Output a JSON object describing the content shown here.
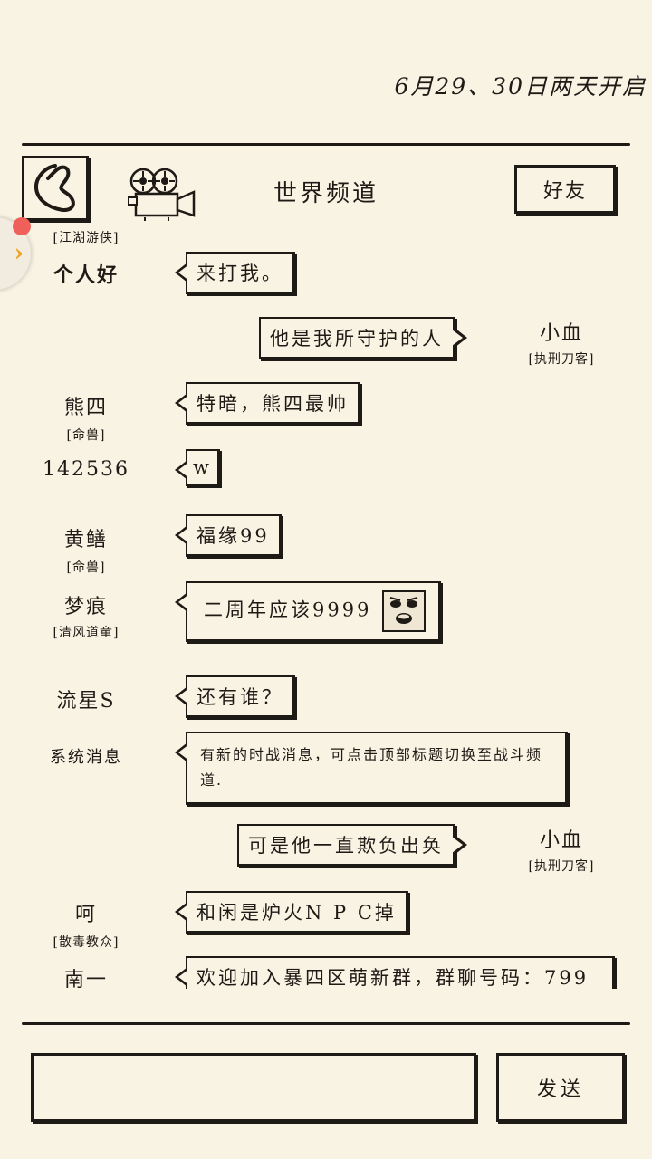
{
  "header": {
    "ticker": "6月29、30日两天开启",
    "channel_title": "世界频道",
    "friends_label": "好友",
    "back_icon": "back-arrow-icon",
    "camera_icon": "film-camera-icon"
  },
  "messages": [
    {
      "side": "left",
      "name": "个人好",
      "title": "[江湖游侠]",
      "text": "来打我。"
    },
    {
      "side": "right",
      "name": "小血",
      "title": "[执刑刀客]",
      "text": "他是我所守护的人"
    },
    {
      "side": "left",
      "name": "熊四",
      "title": "[命兽]",
      "text": "特暗，熊四最帅"
    },
    {
      "side": "left",
      "name": "142536",
      "title": "",
      "text": "w"
    },
    {
      "side": "left",
      "name": "黄鳝",
      "title": "[命兽]",
      "text": "福缘99"
    },
    {
      "side": "left",
      "name": "梦痕",
      "title": "[清风道童]",
      "text": "二周年应该9999",
      "emoji": "laughing-face-icon"
    },
    {
      "side": "left",
      "name": "流星S",
      "title": "",
      "text": "还有谁？"
    },
    {
      "side": "left",
      "name": "系统消息",
      "title": "",
      "text": "有新的时战消息，可点击顶部标题切换至战斗频道."
    },
    {
      "side": "right",
      "name": "小血",
      "title": "[执刑刀客]",
      "text": "可是他一直欺负出奂"
    },
    {
      "side": "left",
      "name": "呵",
      "title": "[散毒教众]",
      "text": "和闲是炉火N P C掉"
    },
    {
      "side": "left",
      "name": "南一",
      "title": "",
      "text": "欢迎加入暴四区萌新群，群聊号码：799"
    }
  ],
  "footer": {
    "input_value": "",
    "send_label": "发送"
  },
  "colors": {
    "background": "#f9f3e3",
    "ink": "#1e1a16",
    "badge_red": "#f0605a",
    "float_arrow": "#f0a020"
  }
}
